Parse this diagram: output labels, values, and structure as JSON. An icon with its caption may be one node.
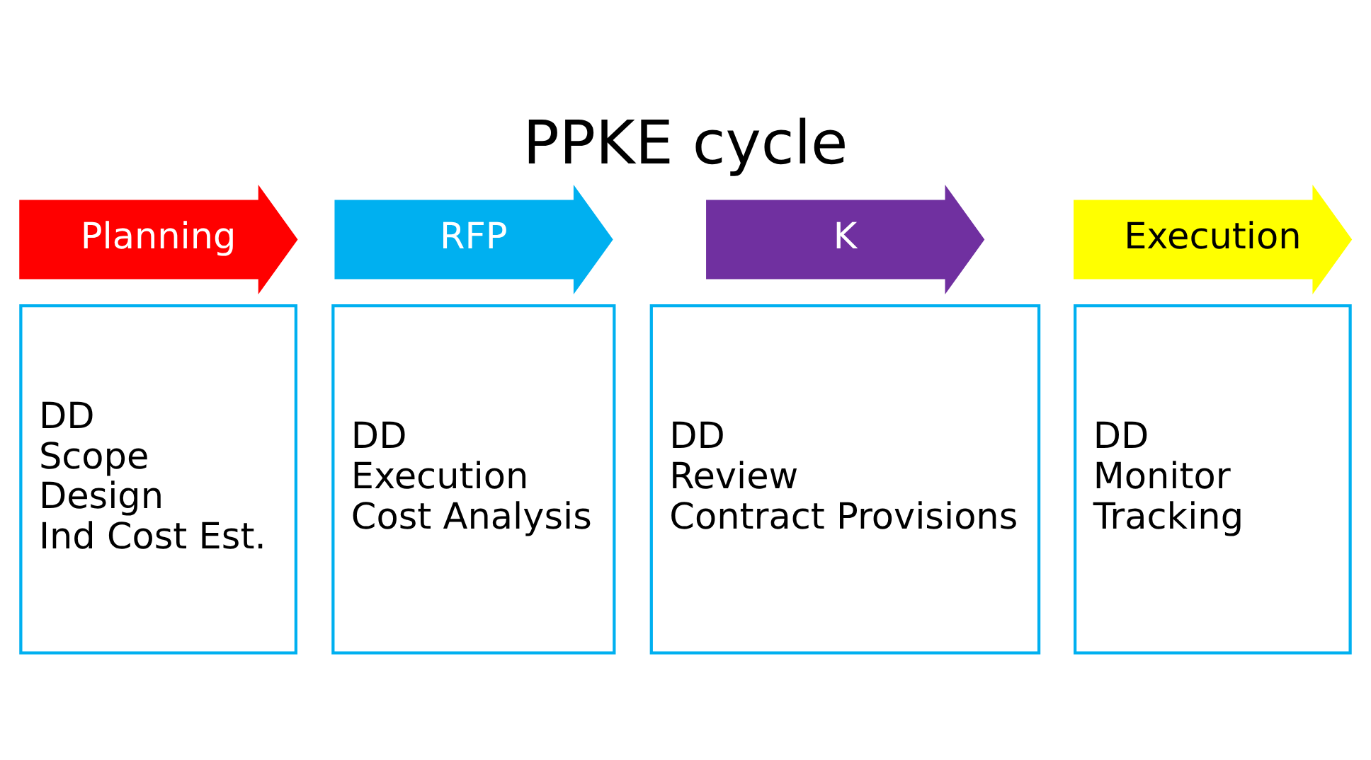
{
  "diagram": {
    "title": "PPKE cycle",
    "nodes": [
      {
        "text": [
          "Planning"
        ]
      },
      {
        "text": [
          "DD",
          "Scope",
          "Design",
          "Ind Cost Est."
        ]
      },
      {
        "text": [
          "RFP"
        ]
      },
      {
        "text": [
          "DD",
          "Execution",
          "Cost Analysis"
        ]
      },
      {
        "text": [
          "K"
        ]
      },
      {
        "text": [
          "DD",
          "Review",
          "Contract Provisions"
        ]
      },
      {
        "text": [
          "Execution"
        ]
      },
      {
        "text": [
          "DD",
          "Monitor",
          "Tracking"
        ]
      }
    ],
    "edges": []
  }
}
